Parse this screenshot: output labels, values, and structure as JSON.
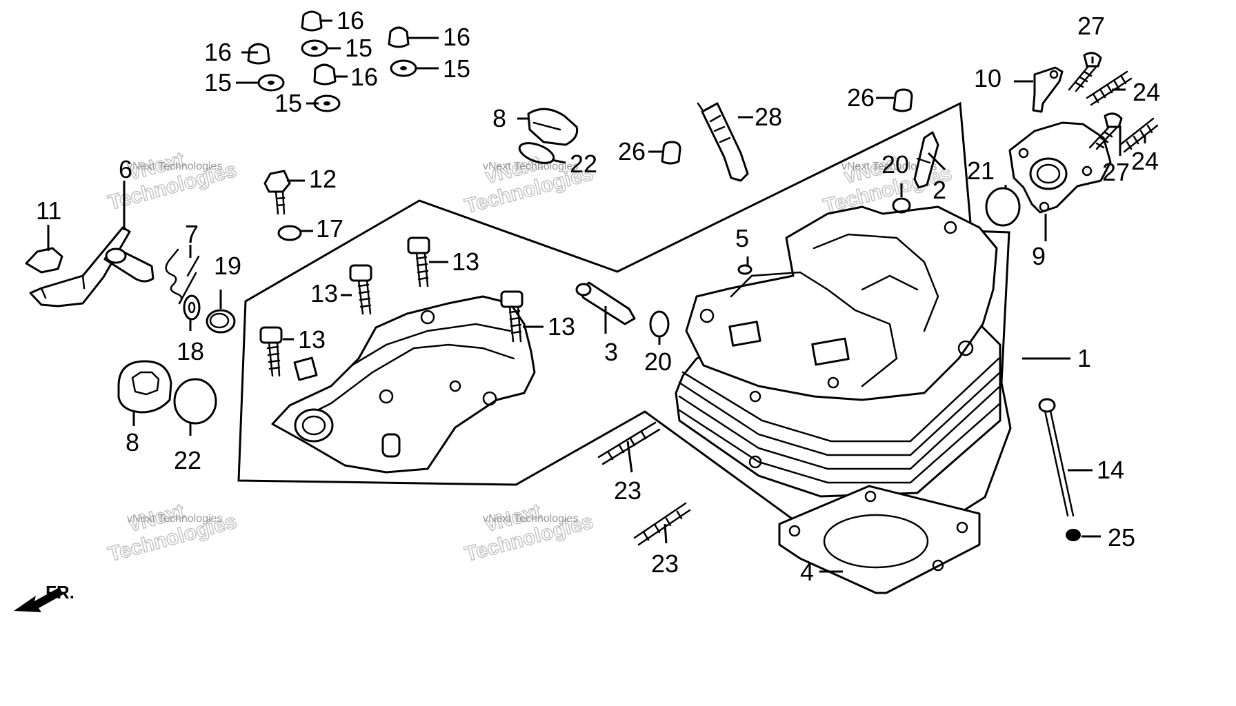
{
  "diagram": {
    "front_indicator": "FR.",
    "watermark": {
      "line1": "vNext",
      "line2": "Technologies",
      "small": "vNext Technologies"
    },
    "callouts": {
      "c1": "1",
      "c2": "2",
      "c3": "3",
      "c4": "4",
      "c5": "5",
      "c6": "6",
      "c7": "7",
      "c8a": "8",
      "c8b": "8",
      "c9": "9",
      "c10": "10",
      "c11": "11",
      "c12": "12",
      "c13a": "13",
      "c13b": "13",
      "c13c": "13",
      "c13d": "13",
      "c14": "14",
      "c15a": "15",
      "c15b": "15",
      "c15c": "15",
      "c15d": "15",
      "c16a": "16",
      "c16b": "16",
      "c16c": "16",
      "c16d": "16",
      "c17": "17",
      "c18": "18",
      "c19": "19",
      "c20a": "20",
      "c20b": "20",
      "c21": "21",
      "c22a": "22",
      "c22b": "22",
      "c23a": "23",
      "c23b": "23",
      "c24a": "24",
      "c24b": "24",
      "c25": "25",
      "c26a": "26",
      "c26b": "26",
      "c27a": "27",
      "c27b": "27",
      "c28": "28"
    }
  }
}
